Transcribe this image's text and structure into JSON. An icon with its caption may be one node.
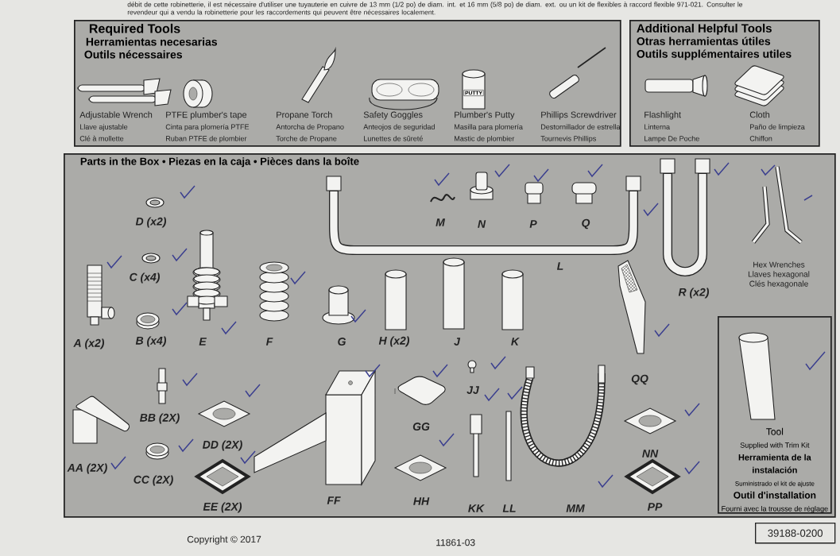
{
  "diagram": {
    "nodes": [
      {
        "text": [
          "Required Tools",
          "Herramientas necesarias",
          "Outils nécessaires"
        ]
      },
      {
        "text": [
          "Adjustable Wrench",
          "Llave ajustable",
          "Clé à mollette"
        ],
        "in": 0
      },
      {
        "text": [
          "PTFE plumber's tape",
          "Cinta para plomería PTFE",
          "Ruban PTFE de plombier"
        ],
        "in": 0
      },
      {
        "text": [
          "Propane Torch",
          "Antorcha de Propano",
          "Torche de Propane"
        ],
        "in": 0
      },
      {
        "text": [
          "Safety Goggles",
          "Anteojos de seguridad",
          "Lunettes de sûreté"
        ],
        "in": 0
      },
      {
        "text": [
          "Plumber's Putty",
          "Masilla para plomería",
          "Mastic de plombier"
        ],
        "in": 0
      },
      {
        "text": [
          "Phillips Screwdriver",
          "Destornillador de estrella",
          "Tournevis Phillips"
        ],
        "in": 0
      },
      {
        "text": [
          "Additional Helpful Tools",
          "Otras herramientas útiles",
          "Outils supplémentaires utiles"
        ]
      },
      {
        "text": [
          "Flashlight",
          "Linterna",
          "Lampe De Poche"
        ],
        "in": 7
      },
      {
        "text": [
          "Cloth",
          "Paño de limpieza",
          "Chiffon"
        ],
        "in": 7
      },
      {
        "text": [
          "Parts in the Box • Piezas en la caja • Pièces dans la boîte"
        ]
      },
      {
        "text": [
          "D (x2)"
        ],
        "in": 10
      },
      {
        "text": [
          "M"
        ],
        "in": 10
      },
      {
        "text": [
          "N"
        ],
        "in": 10
      },
      {
        "text": [
          "P"
        ],
        "in": 10
      },
      {
        "text": [
          "Q"
        ],
        "in": 10
      },
      {
        "text": [
          "C (x4)"
        ],
        "in": 10
      },
      {
        "text": [
          "L"
        ],
        "in": 10
      },
      {
        "text": [
          "R (x2)"
        ],
        "in": 10
      },
      {
        "text": [
          "Hex Wrenches",
          "Llaves hexagonal",
          "Clés hexagonale"
        ],
        "in": 10
      },
      {
        "text": [
          "A (x2)"
        ],
        "in": 10
      },
      {
        "text": [
          "B (x4)"
        ],
        "in": 10
      },
      {
        "text": [
          "E"
        ],
        "in": 10
      },
      {
        "text": [
          "F"
        ],
        "in": 10
      },
      {
        "text": [
          "G"
        ],
        "in": 10
      },
      {
        "text": [
          "H (x2)"
        ],
        "in": 10
      },
      {
        "text": [
          "J"
        ],
        "in": 10
      },
      {
        "text": [
          "K"
        ],
        "in": 10
      },
      {
        "text": [
          "QQ"
        ],
        "in": 10
      },
      {
        "text": [
          "JJ"
        ],
        "in": 10
      },
      {
        "text": [
          "BB (2X)"
        ],
        "in": 10
      },
      {
        "text": [
          "DD (2X)"
        ],
        "in": 10
      },
      {
        "text": [
          "GG"
        ],
        "in": 10
      },
      {
        "text": [
          "AA (2X)"
        ],
        "in": 10
      },
      {
        "text": [
          "CC (2X)"
        ],
        "in": 10
      },
      {
        "text": [
          "EE (2X)"
        ],
        "in": 10
      },
      {
        "text": [
          "FF"
        ],
        "in": 10
      },
      {
        "text": [
          "HH"
        ],
        "in": 10
      },
      {
        "text": [
          "KK"
        ],
        "in": 10
      },
      {
        "text": [
          "LL"
        ],
        "in": 10
      },
      {
        "text": [
          "MM"
        ],
        "in": 10
      },
      {
        "text": [
          "NN"
        ],
        "in": 10
      },
      {
        "text": [
          "PP"
        ],
        "in": 10
      },
      {
        "text": [
          "Tool",
          "Supplied with Trim Kit",
          "Herramienta de la instalación",
          "Suministrado el kit de ajuste",
          "Outil d'installation",
          "Fourni avec la trousse de réglage"
        ],
        "in": 10
      },
      {
        "text": [
          "39188-0200"
        ]
      }
    ],
    "labels": [
      "débit de cette robinetterie, il est nécessaire d'utiliser une tuyauterie en cuivre de 13 mm (1/2 po) de diam. int. et 16 mm (5/8 po) de diam. ext. ou un kit de flexibles à raccord flexible 971-021. Consulter le revendeur qui a vendu la robinetterie pour les raccordements qui peuvent être nécessaires localement.",
      "PUTTY",
      "Copyright © 2017",
      "11861-03"
    ]
  }
}
